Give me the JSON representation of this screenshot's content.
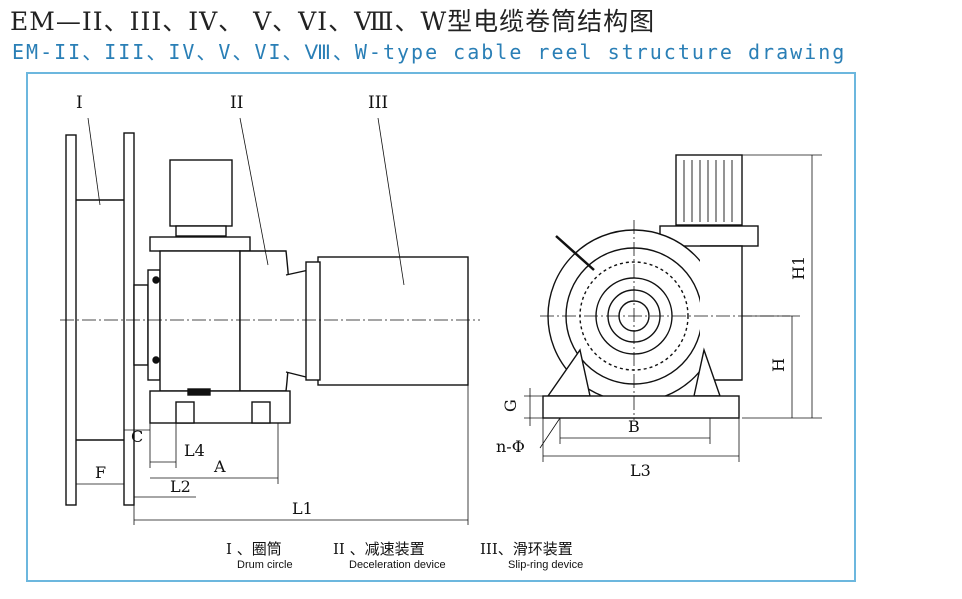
{
  "title": {
    "chinese": "EM—II、III、IV、  V、VI、Ⅷ、W型电缆卷筒结构图",
    "english": "EM-II、III、IV、V、VI、Ⅷ、W-type cable reel structure drawing"
  },
  "parts": {
    "part1": "I",
    "part2": "II",
    "part3": "III"
  },
  "dimensions": {
    "C": "C",
    "L4": "L4",
    "A": "A",
    "F": "F",
    "L2": "L2",
    "L1": "L1",
    "G": "G",
    "nPhi": "n-Φ",
    "B": "B",
    "L3": "L3",
    "H": "H",
    "H1": "H1"
  },
  "legend": [
    {
      "cn": "I 、圈筒",
      "en": "Drum circle"
    },
    {
      "cn": "II 、减速装置",
      "en": "Deceleration device"
    },
    {
      "cn": "III、滑环装置",
      "en": "Slip-ring device"
    }
  ]
}
